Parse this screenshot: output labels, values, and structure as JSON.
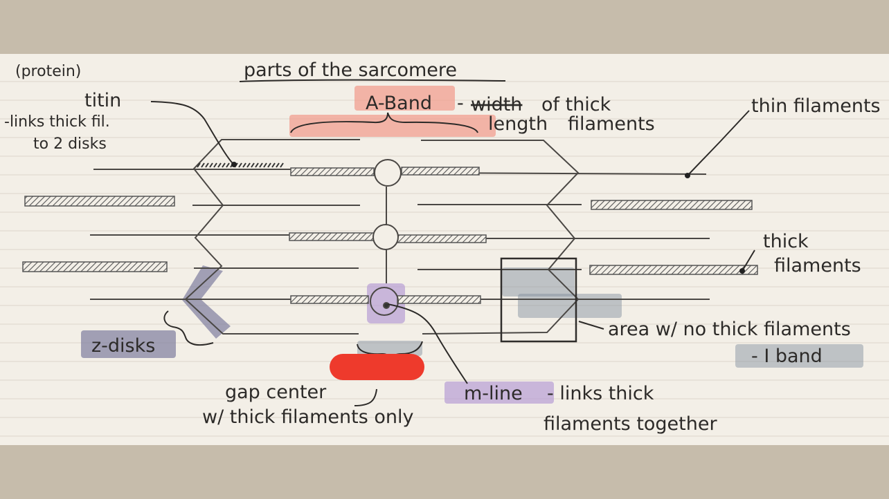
{
  "labels": {
    "protein": "(protein)",
    "titin": "titin",
    "titin_desc_1": "-links thick fil.",
    "titin_desc_2": "to 2 disks",
    "title": "parts of the sarcomere",
    "a_band": "A-Band",
    "a_band_dash": "-",
    "a_band_strike": "width",
    "a_band_desc_1": "of thick",
    "a_band_desc_2": "length",
    "a_band_desc_3": "filaments",
    "thin_filaments": "thin filaments",
    "thick_filaments_1": "thick",
    "thick_filaments_2": "filaments",
    "z_disks": "z-disks",
    "gap_center_1": "gap center",
    "gap_center_2": "w/ thick filaments only",
    "m_line": "m-line",
    "m_line_desc_1": "- links thick",
    "m_line_desc_2": "filaments together",
    "area_no_thick": "area w/ no thick filaments",
    "i_band": "- I band"
  },
  "colors": {
    "paper": "#f3efe7",
    "background": "#c6bcab",
    "ink": "#2c2a28",
    "highlight_pink": "#f19f90",
    "highlight_purple": "#b79ed4",
    "highlight_blue": "#7f8b9c",
    "redaction_red": "#ee3a2c"
  }
}
